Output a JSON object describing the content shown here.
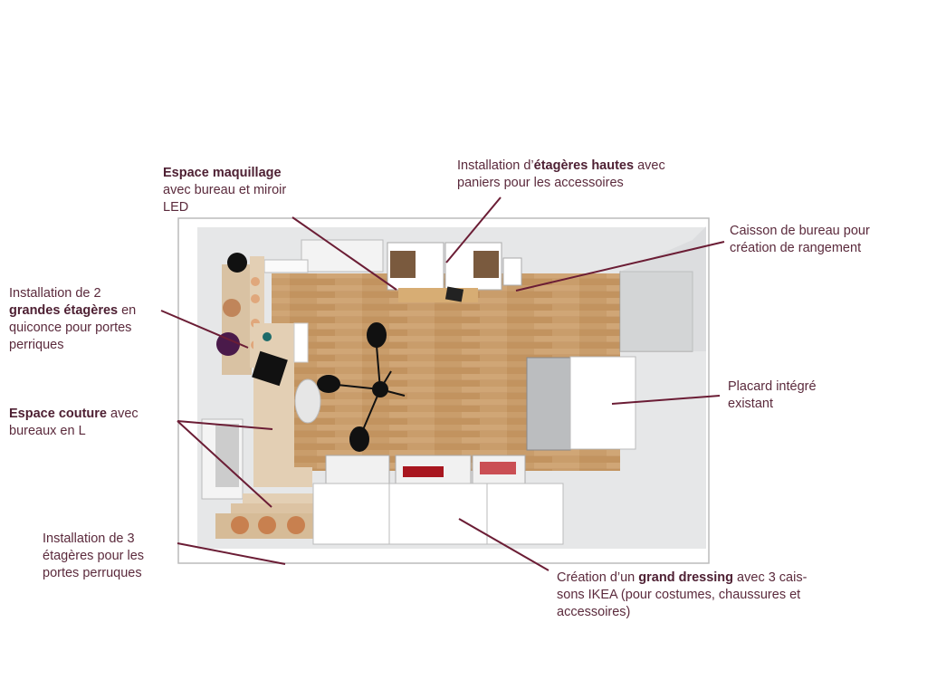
{
  "colors": {
    "text": "#5b2a3c",
    "leader": "#6b1d35",
    "floor": "#c49a6c",
    "wall": "#e6e7e8"
  },
  "labels": {
    "maquillage": {
      "bold": "Espace maquillage",
      "line2": "avec bureau et miroir",
      "line3": "LED"
    },
    "etageres_hautes": {
      "pre": "Installation d’",
      "bold": "étagères hautes",
      "post": " avec",
      "line2": "paniers pour les accessoires"
    },
    "caisson": {
      "line1": "Caisson de bureau pour",
      "line2": "création de rangement"
    },
    "grandes_etageres": {
      "line1": "Installation de 2",
      "bold": "grandes étagères",
      "post": " en",
      "line3": "quiconce pour portes",
      "line4": "perriques"
    },
    "couture": {
      "bold": "Espace couture",
      "post": " avec",
      "line2": "bureaux en L"
    },
    "placard": {
      "line1": "Placard intégré",
      "line2": "existant"
    },
    "trois_etageres": {
      "line1": "Installation de 3",
      "line2": "étagères pour les",
      "line3": "portes perruques"
    },
    "dressing": {
      "pre": "Création d’un ",
      "bold": "grand dressing",
      "post": " avec 3 cais-",
      "line2": "sons IKEA (pour costumes, chaussures et",
      "line3": "accessoires)"
    }
  }
}
